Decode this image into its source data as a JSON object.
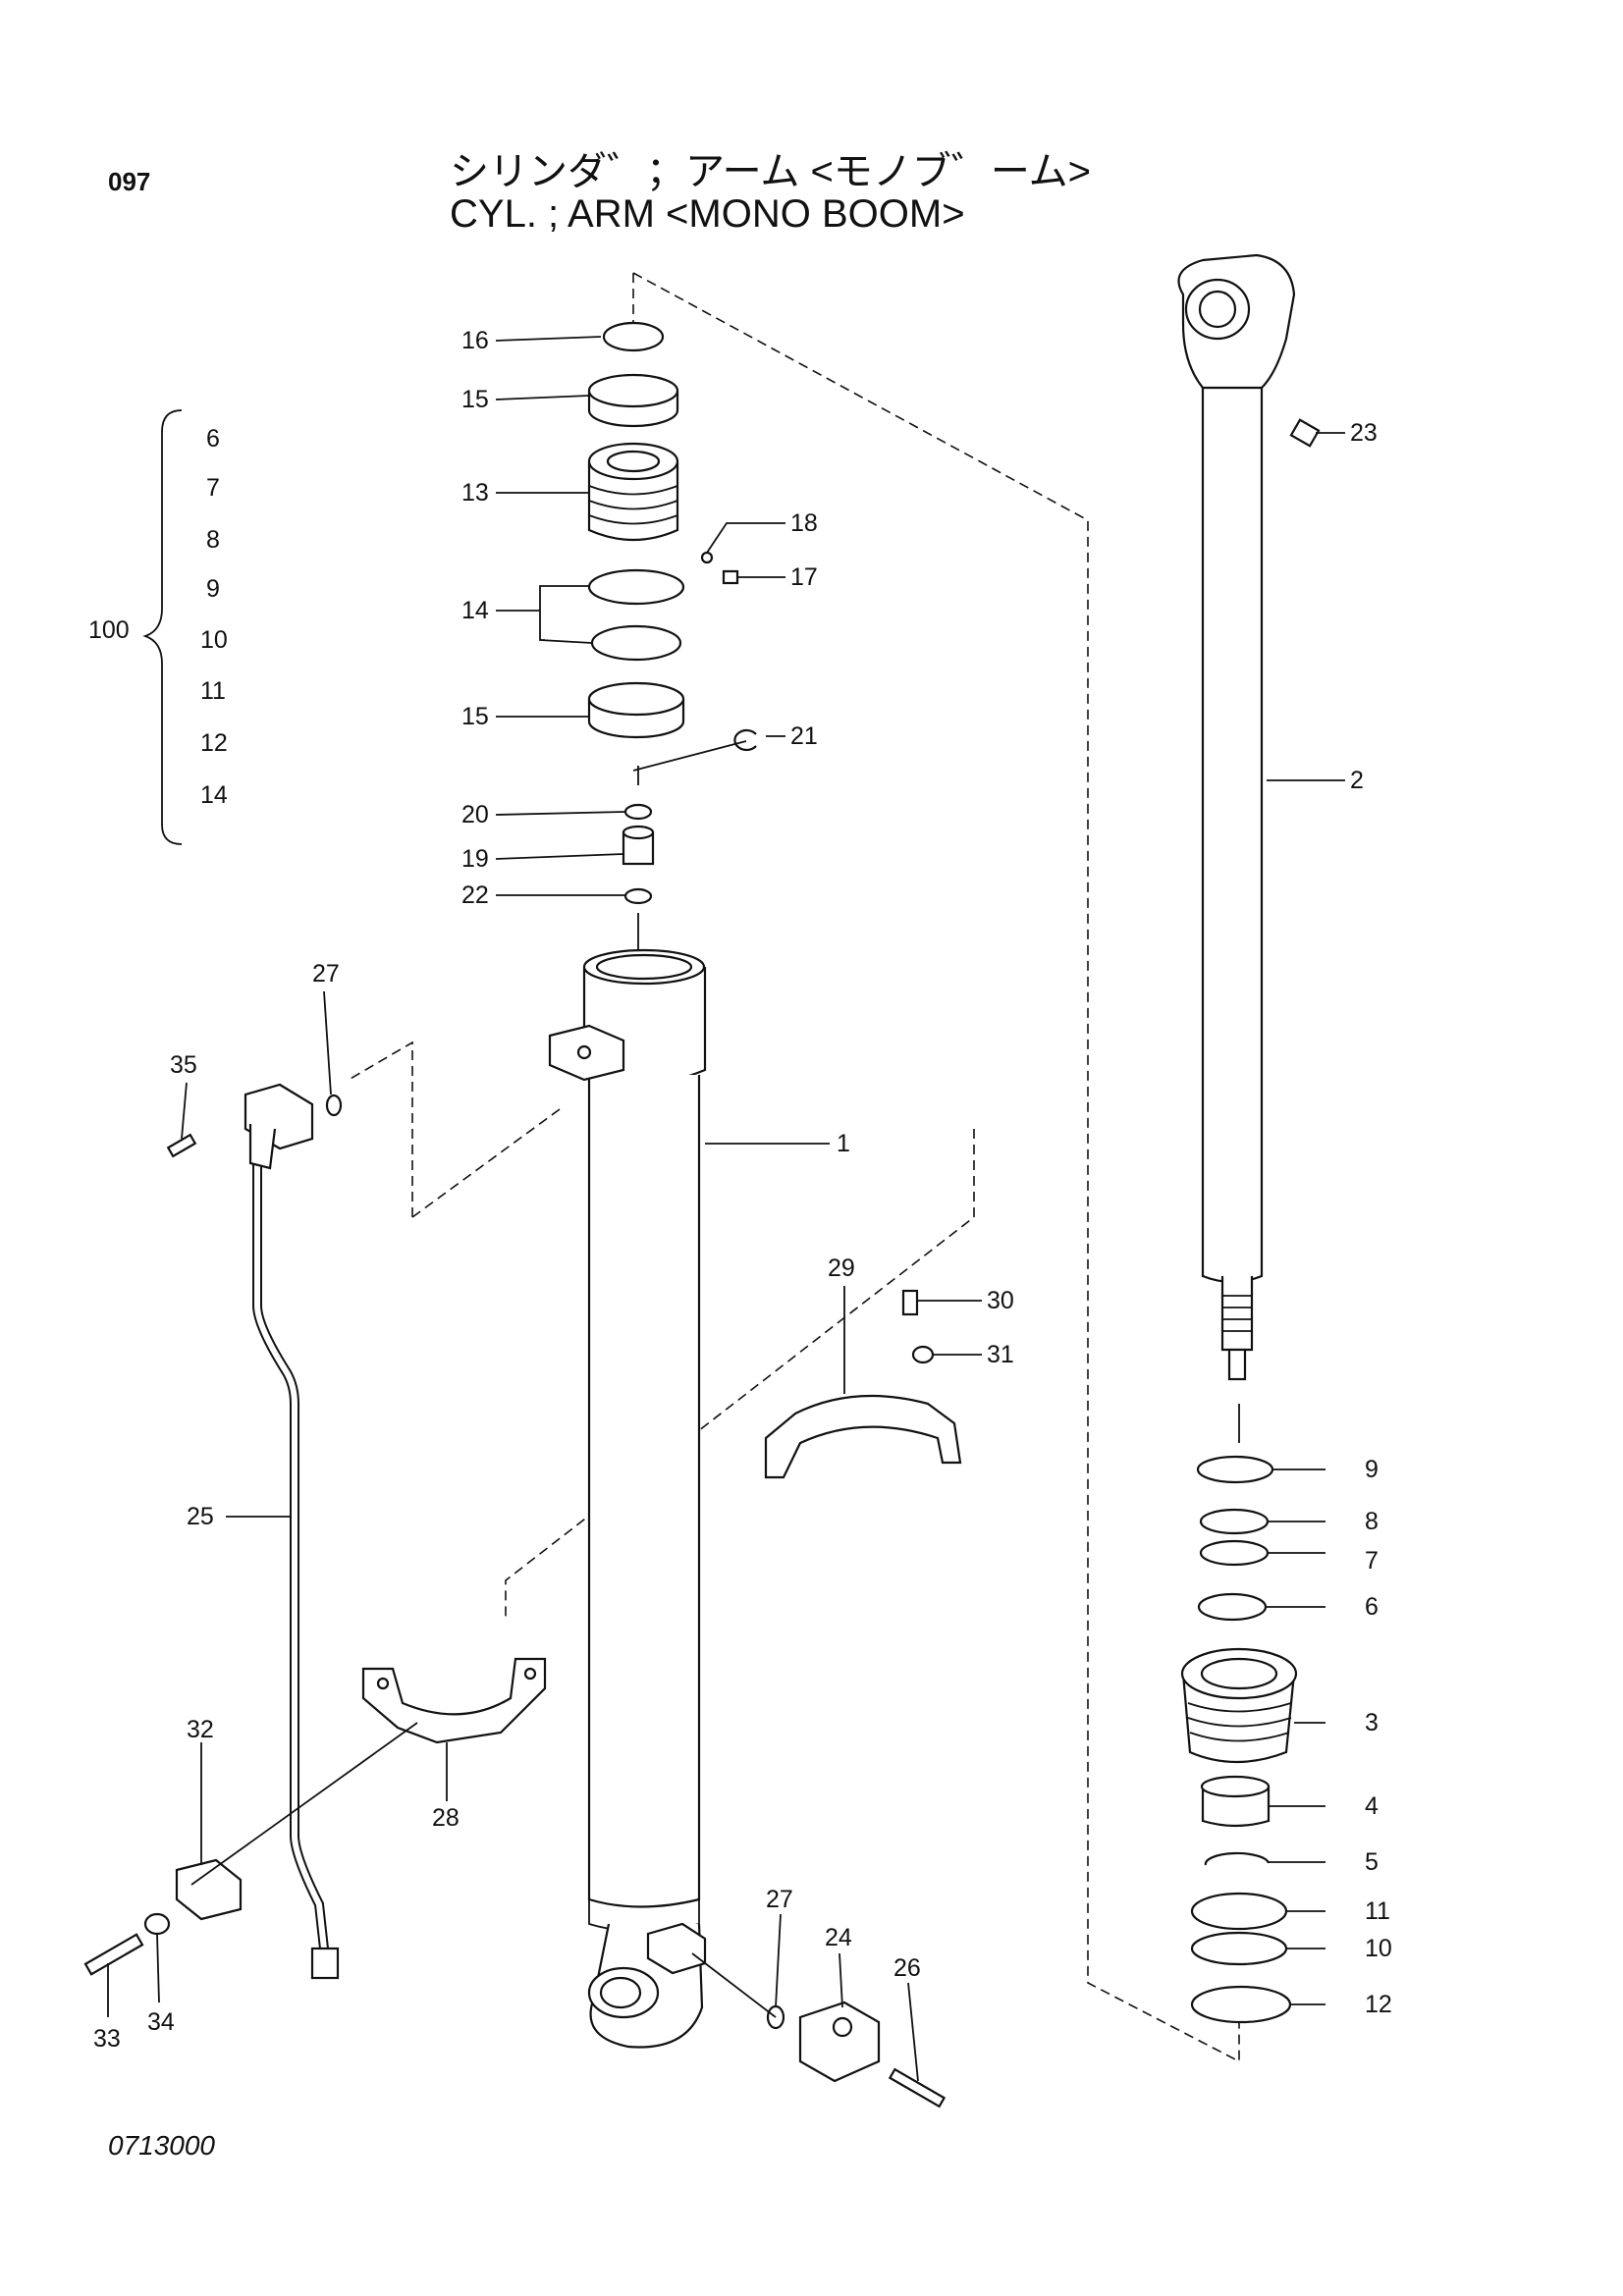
{
  "header": {
    "page_number": "097",
    "title_jp": "シリンダ゛；アーム <モノブ゛ーム>",
    "title_en": "CYL. ; ARM <MONO  BOOM>"
  },
  "footer": {
    "drawing_code": "0713000"
  },
  "kit": {
    "label": "100",
    "items": [
      "6",
      "7",
      "8",
      "9",
      "10",
      "11",
      "12",
      "14"
    ]
  },
  "callouts": {
    "c1": "1",
    "c2": "2",
    "c3": "3",
    "c4": "4",
    "c5": "5",
    "c6": "6",
    "c7": "7",
    "c8": "8",
    "c9": "9",
    "c10": "10",
    "c11": "11",
    "c12": "12",
    "c13": "13",
    "c14": "14",
    "c15a": "15",
    "c15b": "15",
    "c16": "16",
    "c17": "17",
    "c18": "18",
    "c19": "19",
    "c20": "20",
    "c21": "21",
    "c22": "22",
    "c23": "23",
    "c24": "24",
    "c25": "25",
    "c26": "26",
    "c27a": "27",
    "c27b": "27",
    "c28": "28",
    "c29": "29",
    "c30": "30",
    "c31": "31",
    "c32": "32",
    "c33": "33",
    "c34": "34",
    "c35": "35"
  }
}
